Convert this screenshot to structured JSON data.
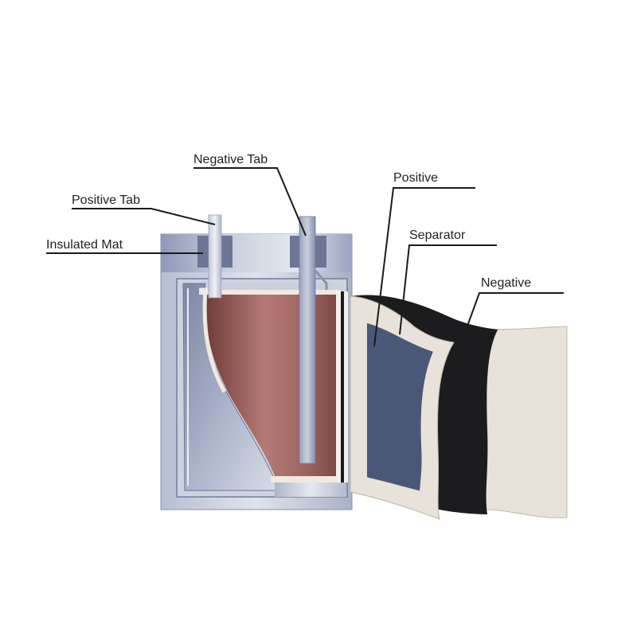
{
  "labels": {
    "negative_tab": "Negative Tab",
    "positive_tab": "Positive Tab",
    "insulated_mat": "Insulated Mat",
    "positive": "Positive",
    "separator": "Separator",
    "negative": "Negative"
  },
  "colors": {
    "case_light": "#d6dbe6",
    "case_mid": "#9ea8c4",
    "case_dark": "#6c7596",
    "electrolyte_light": "#c48b87",
    "electrolyte_dark": "#7e4741",
    "positive_layer": "#4a5878",
    "separator_layer": "#e8e2da",
    "negative_layer": "#1c1c1e",
    "leader_line": "#1a1a1a"
  }
}
